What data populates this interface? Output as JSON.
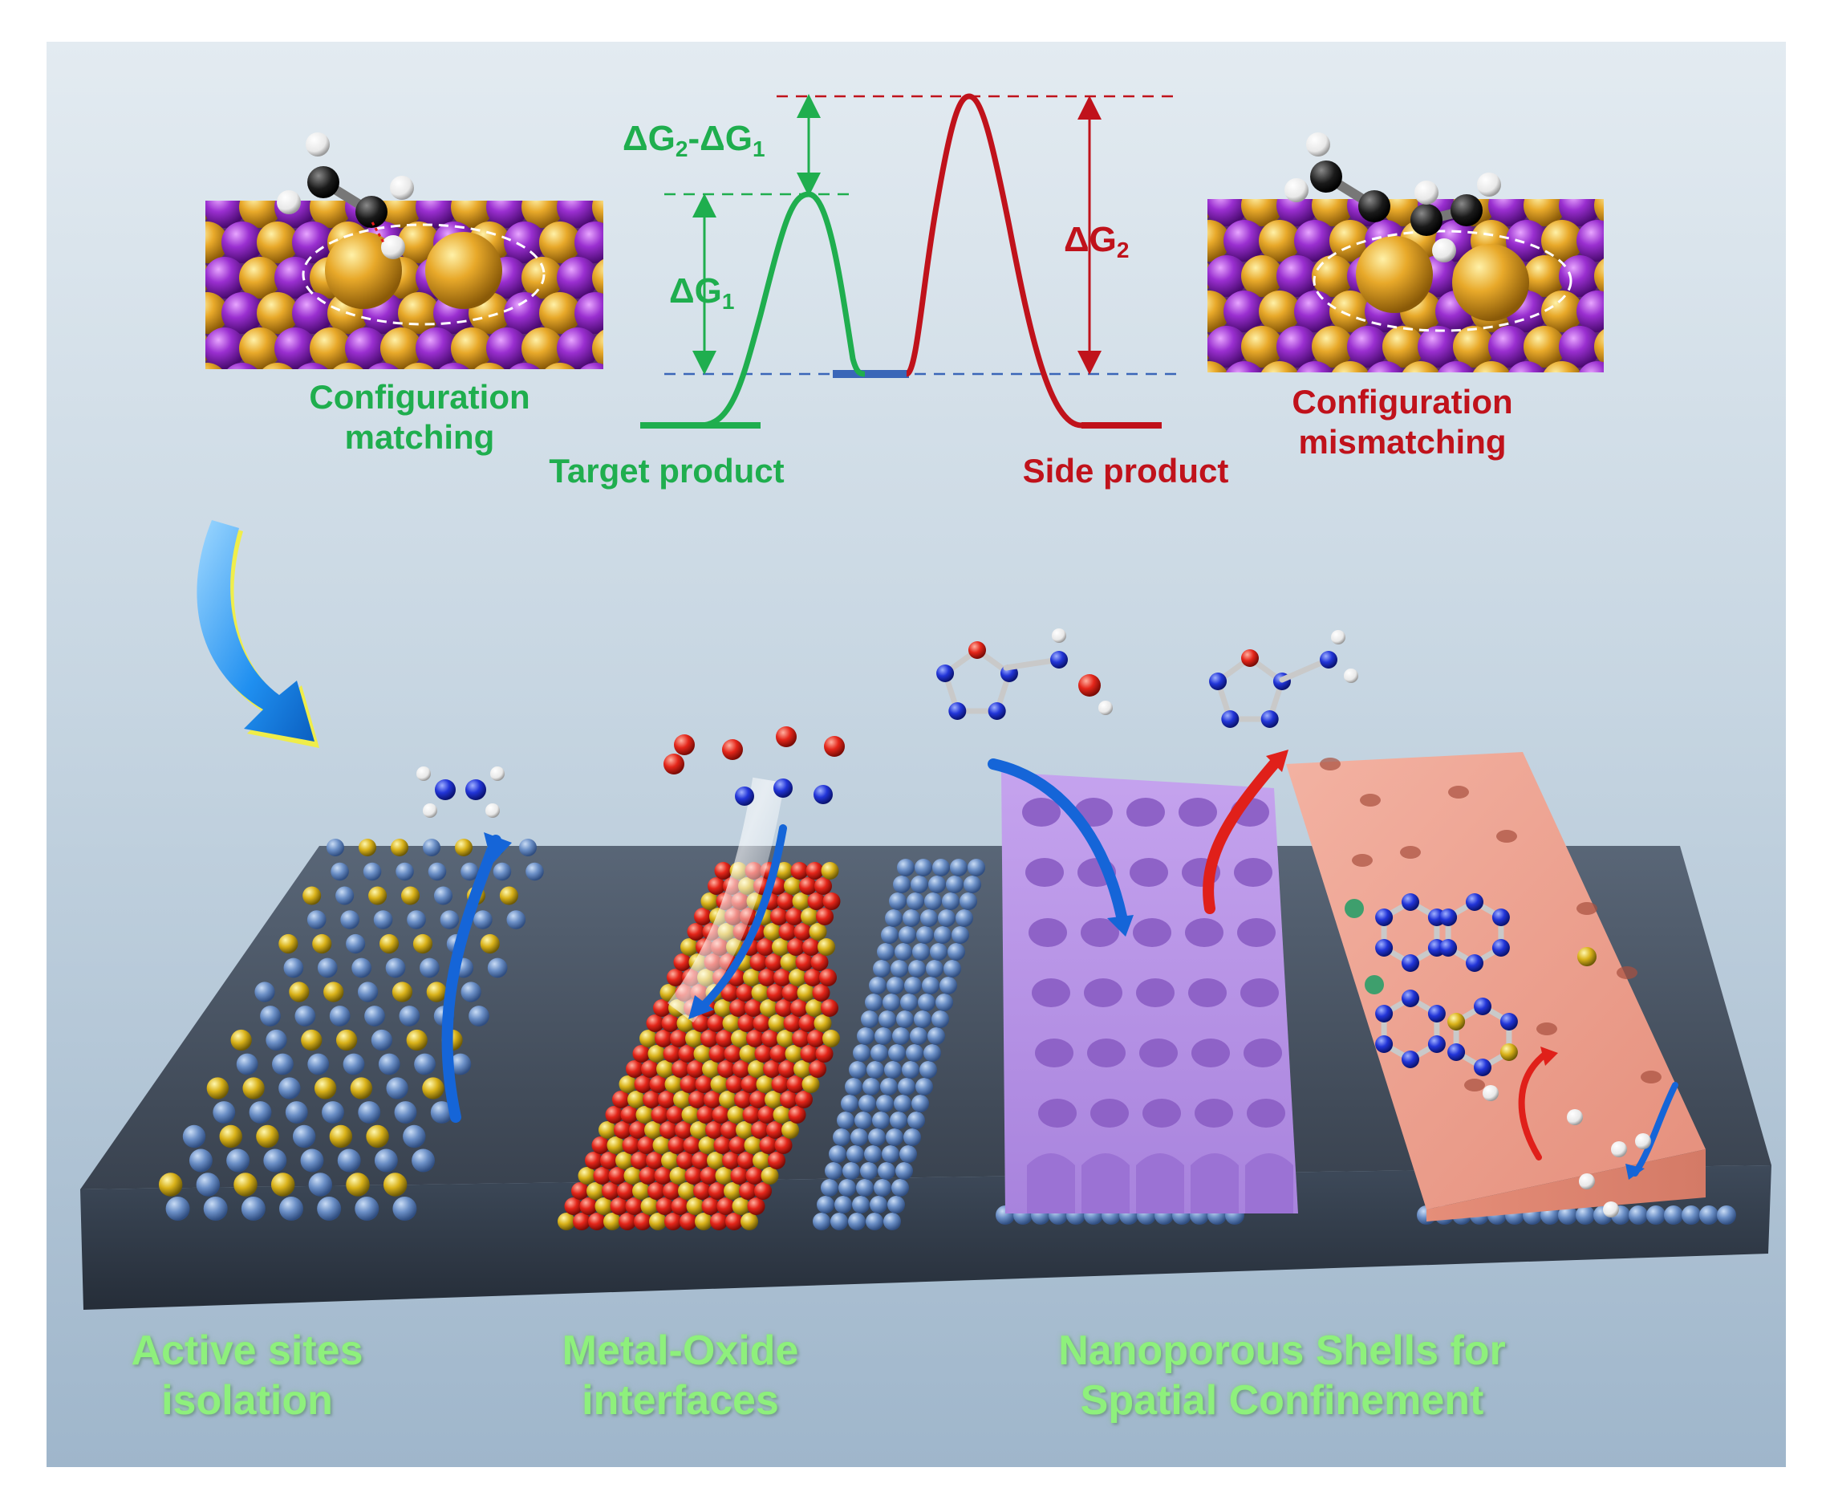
{
  "energy_diagram": {
    "config_match": [
      "Configuration",
      "matching"
    ],
    "config_mismatch": [
      "Configuration",
      "mismatching"
    ],
    "target_product": "Target product",
    "side_product": "Side product",
    "delta_g1": {
      "prefix": "ΔG",
      "sub": "1"
    },
    "delta_g2": {
      "prefix": "ΔG",
      "sub": "2"
    },
    "delta_g2_minus_g1": {
      "a": "ΔG",
      "a_sub": "2",
      "mid": "-ΔG",
      "b_sub": "1"
    }
  },
  "bottom_labels": {
    "active_sites": [
      "Active sites",
      "isolation"
    ],
    "metal_oxide": [
      "Metal-Oxide",
      "interfaces"
    ],
    "nanoporous": [
      "Nanoporous Shells for",
      "Spatial Confinement"
    ]
  },
  "colors": {
    "green": "#1fae4e",
    "red": "#c0121b",
    "blue": "#3a66b8",
    "purple_atom": "#9a2fd0",
    "gold_atom": "#e8a92a",
    "caption_green": "#8ef07c"
  }
}
